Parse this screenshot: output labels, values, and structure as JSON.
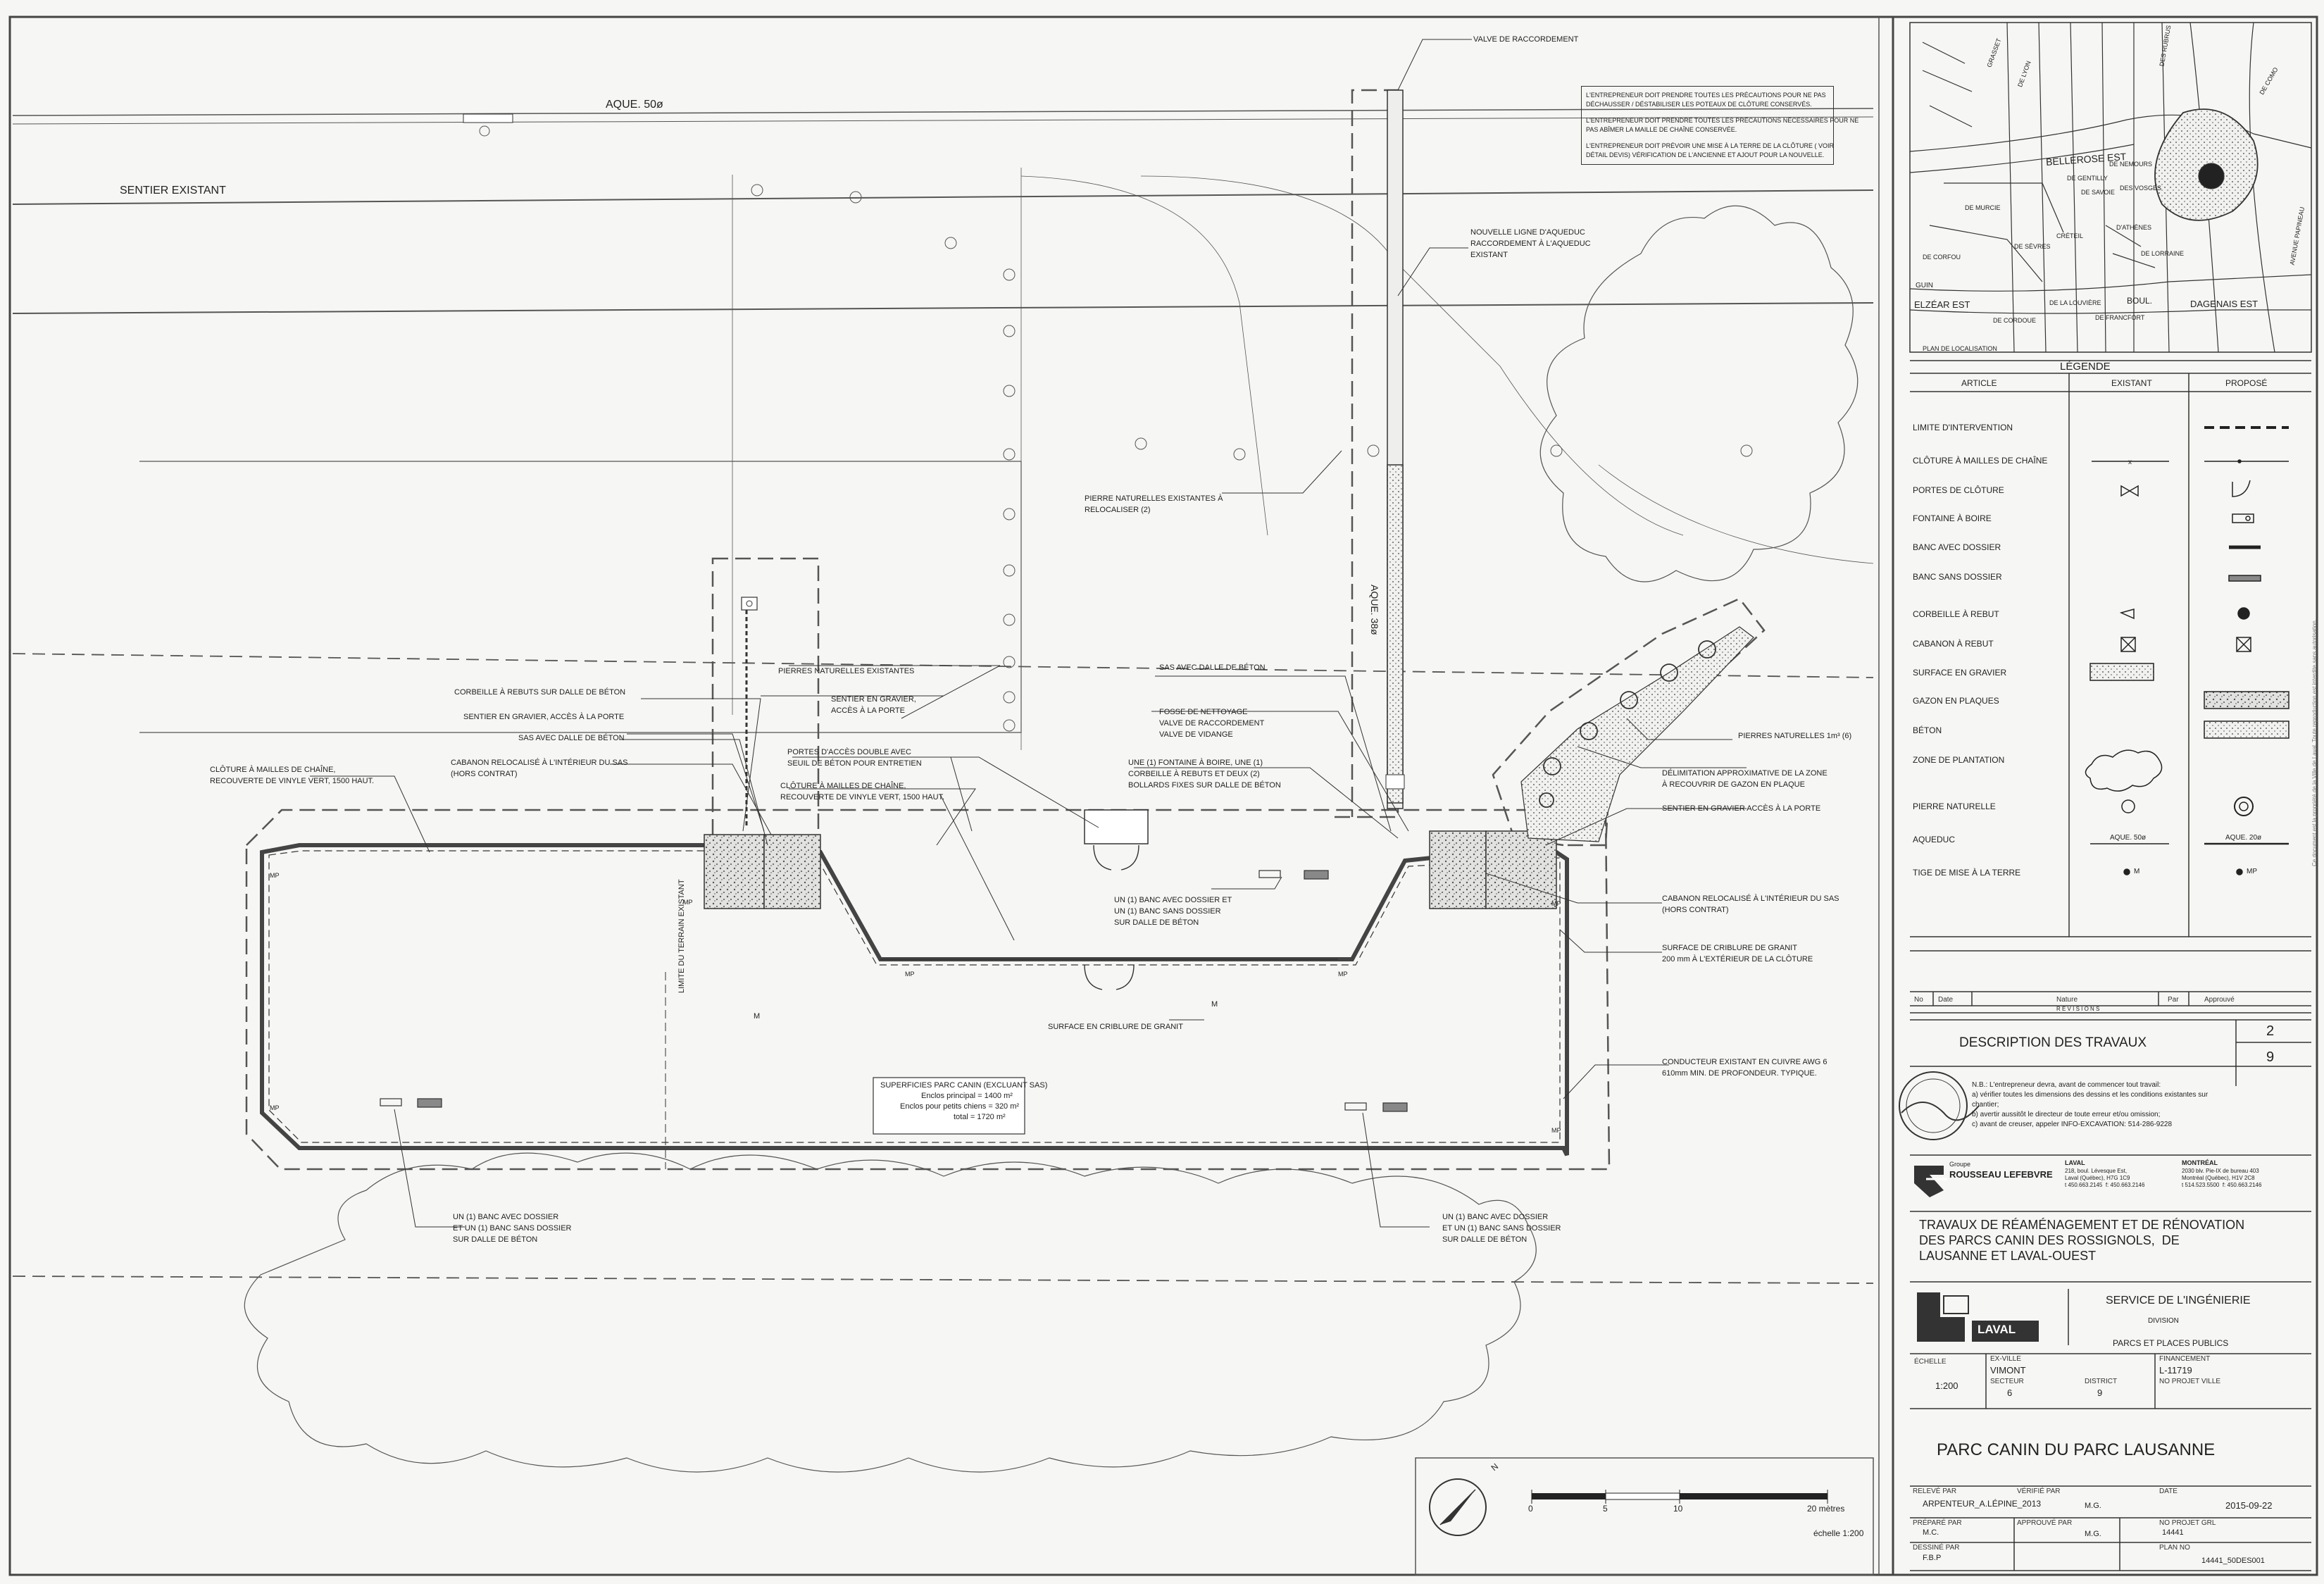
{
  "plan": {
    "labels": {
      "aqueduct_top": "AQUE. 50ø",
      "existing_path": "SENTIER EXISTANT",
      "valve": "VALVE DE RACCORDEMENT",
      "new_line": "NOUVELLE LIGNE D'AQUEDUC\nRACCORDEMENT À L'AQUEDUC\nEXISTANT",
      "pipe_label": "AQUE. 38ø",
      "stones_relocated": "PIERRE NATURELLES EXISTANTES À\nRELOCALISER (2)",
      "stones_existing": "PIERRES NATURELLES EXISTANTES",
      "gravel_path_door": "SENTIER EN GRAVIER,\nACCÈS À LA PORTE",
      "double_gates": "PORTES D'ACCÈS DOUBLE AVEC\nSEUIL DE BÉTON POUR ENTRETIEN",
      "fence_vinyl_mid": "CLÔTURE À MAILLES DE CHAÎNE,\nRECOUVERTE DE VINYLE VERT, 1500 HAUT.",
      "trash_on_slab": "CORBEILLE À REBUTS SUR DALLE DE BÉTON",
      "gravel_path_access": "SENTIER EN GRAVIER, ACCÈS À LA PORTE",
      "sas_slab_left": "SAS AVEC DALLE DE BÉTON",
      "shed_relocated_left": "CABANON RELOCALISÉ À L'INTÉRIEUR DU SAS\n(HORS CONTRAT)",
      "fence_vinyl_left": "CLÔTURE À MAILLES DE CHAÎNE,\nRECOUVERTE DE VINYLE VERT, 1500 HAUT.",
      "sas_slab_right": "SAS AVEC DALLE DE BÉTON",
      "cleaning_pit": "FOSSE DE NETTOYAGE\nVALVE DE RACCORDEMENT\nVALVE DE VIDANGE",
      "fountain": "UNE (1) FONTAINE À BOIRE, UNE (1)\nCORBEILLE À REBUTS ET DEUX (2)\nBOLLARDS FIXES SUR DALLE DE BÉTON",
      "natural_stones": "PIERRES NATURELLES 1m³ (6)",
      "turf_zone": "DÉLIMITATION APPROXIMATIVE DE LA ZONE\nÀ RECOUVRIR DE GAZON EN PLAQUE",
      "gravel_path_right": "SENTIER EN GRAVIER ACCÈS À LA PORTE",
      "benches_center": "UN (1) BANC AVEC DOSSIER ET\nUN (1) BANC SANS DOSSIER\nSUR DALLE DE BÉTON",
      "shed_relocated_right": "CABANON RELOCALISÉ À L'INTÉRIEUR DU SAS\n(HORS CONTRAT)",
      "granite_outside": "SURFACE DE CRIBLURE DE GRANIT\n200 mm À L'EXTÉRIEUR DE LA CLÔTURE",
      "granite_surface": "SURFACE EN CRIBLURE DE GRANIT",
      "conductor": "CONDUCTEUR EXISTANT EN CUIVRE AWG 6\n610mm MIN. DE PROFONDEUR. TYPIQUE.",
      "land_limit": "LIMITE DU TERRAIN EXISTANT",
      "benches_left": "UN (1) BANC AVEC DOSSIER\nET UN (1) BANC SANS DOSSIER\nSUR DALLE DE BÉTON",
      "benches_right": "UN (1) BANC AVEC DOSSIER\nET UN (1) BANC SANS DOSSIER\nSUR DALLE DE BÉTON",
      "mp": "MP",
      "m": "M"
    },
    "areas": {
      "title": "SUPERFICIES PARC CANIN (EXCLUANT SAS)",
      "main": "Enclos principal = 1400 m²",
      "small": "Enclos pour petits chiens = 320 m²",
      "total": "total = 1720 m²"
    },
    "notes": [
      "L'ENTREPRENEUR DOIT PRENDRE TOUTES LES PRÉCAUTIONS POUR NE PAS\nDÉCHAUSSER / DÉSTABILISER LES POTEAUX DE CLÔTURE CONSERVÉS.",
      "L'ENTREPRENEUR DOIT PRENDRE TOUTES LES PRÉCAUTIONS NÉCESSAIRES POUR NE\nPAS ABÎMER LA MAILLE DE CHAÎNE CONSERVÉE.",
      "L'ENTREPRENEUR DOIT PRÉVOIR UNE MISE À LA TERRE DE LA CLÔTURE ( VOIR\nDÉTAIL DEVIS) VÉRIFICATION DE L'ANCIENNE ET AJOUT POUR LA NOUVELLE."
    ],
    "scale": {
      "ticks": [
        "0",
        "5",
        "10",
        "20 mètres"
      ],
      "caption": "échelle 1:200",
      "north": "N"
    }
  },
  "location_map": {
    "caption": "PLAN DE LOCALISATION",
    "streets": [
      "BELLEROSE EST",
      "DE GENTILLY",
      "DE NEMOURS",
      "DE SAVOIE",
      "DES VOSGES",
      "DE MURCIE",
      "D'ATHÈNES",
      "DE LORRAINE",
      "DE SÈVRES",
      "DE CORDOUE",
      "DE FRANCFORT",
      "DAGENAIS EST",
      "BOUL.",
      "ELZÉAR EST",
      "GUIN",
      "DE LA LOUVIÈRE",
      "GRASSET",
      "DE LYON",
      "CRÉTEIL",
      "DE CORFOU",
      "AVENUE PAPINEAU",
      "DES RUBRUS",
      "DE COMO"
    ]
  },
  "legend": {
    "title": "LÉGENDE",
    "headers": [
      "ARTICLE",
      "EXISTANT",
      "PROPOSÉ"
    ],
    "rows": [
      "LIMITE D'INTERVENTION",
      "CLÔTURE À MAILLES DE CHAÎNE",
      "PORTES DE CLÔTURE",
      "FONTAINE À BOIRE",
      "BANC AVEC DOSSIER",
      "BANC SANS DOSSIER",
      "CORBEILLE À REBUT",
      "CABANON À REBUT",
      "SURFACE EN GRAVIER",
      "GAZON EN PLAQUES",
      "BÉTON",
      "ZONE DE PLANTATION",
      "PIERRE NATURELLE",
      "AQUEDUC",
      "TIGE DE MISE À LA TERRE"
    ],
    "aq_existing": "AQUE. 50ø",
    "aq_proposed": "AQUE. 20ø",
    "m": "M",
    "mp": "MP"
  },
  "revisions": {
    "headers": [
      "No",
      "Date",
      "Nature",
      "Par",
      "Approuvé"
    ],
    "title": "R É V I S I O N S"
  },
  "description": {
    "title": "DESCRIPTION DES TRAVAUX",
    "sheet_num": "2",
    "sheet_total": "9",
    "nb": "N.B.: L'entrepreneur devra, avant de commencer tout travail:",
    "items": [
      "a) vérifier toutes les dimensions des dessins et les conditions existantes sur\nchantier;",
      "b) avertir aussitôt le directeur de toute erreur et/ou omission;",
      "c) avant de creuser, appeler INFO-EXCAVATION: 514-286-9228"
    ]
  },
  "firm": {
    "group": "Groupe",
    "name": "ROUSSEAU LEFEBVRE",
    "laval_title": "LAVAL",
    "laval_addr": "218, boul. Lévesque Est,\nLaval (Québec), H7G 1C9\nt 450.663.2145  f: 450.663.2146",
    "mtl_title": "MONTRÉAL",
    "mtl_addr": "2030 blv. Pie-IX de bureau 403\nMontréal (Québec), H1V 2C8\nt 514.523.5500  f: 450.663.2146"
  },
  "project": {
    "title": "TRAVAUX DE RÉAMÉNAGEMENT ET DE RÉNOVATION\nDES PARCS CANIN DES ROSSIGNOLS,  DE\nLAUSANNE ET LAVAL-OUEST"
  },
  "client": {
    "logo": "LAVAL",
    "service": "SERVICE DE L'INGÉNIERIE",
    "division_label": "DIVISION",
    "division": "PARCS ET PLACES PUBLICS"
  },
  "meta": {
    "echelle_label": "ÉCHELLE",
    "echelle": "1:200",
    "exville_label": "EX-VILLE",
    "exville": "VIMONT",
    "secteur_label": "SECTEUR",
    "secteur": "6",
    "district_label": "DISTRICT",
    "district": "9",
    "financement_label": "FINANCEMENT",
    "financement": "L-11719",
    "no_projet_label": "NO PROJET VILLE",
    "no_projet": ""
  },
  "sheet_title": "PARC CANIN DU PARC LAUSANNE",
  "signoff": {
    "releve_label": "RELEVÉ PAR",
    "releve": "ARPENTEUR_A.LÉPINE_2013",
    "verifie_label": "VÉRIFIÉ PAR",
    "verifie": "M.G.",
    "date_label": "DATE",
    "date": "2015-09-22",
    "prepare_label": "PRÉPARÉ PAR",
    "prepare": "M.C.",
    "approuve_label": "APPROUVÉ PAR",
    "approuve": "M.G.",
    "noprojet_label": "NO PROJET GRL",
    "noprojet": "14441",
    "dessine_label": "DESSINÉ PAR",
    "dessine": "F.B.P",
    "planno_label": "PLAN NO",
    "planno": "14441_50DES001"
  },
  "side_text": "Ce document est la propriété de la Ville de Laval. Toute reproduction est interdite sans autorisation."
}
